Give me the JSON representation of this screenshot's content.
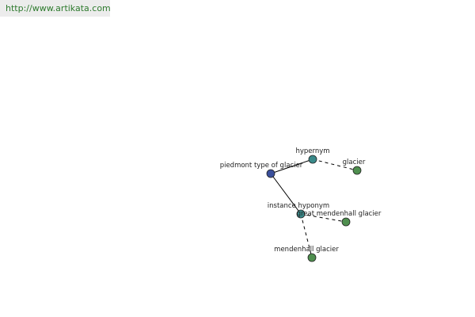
{
  "header": {
    "url": "http://www.artikata.com"
  },
  "graph": {
    "colors": {
      "edge": "#000000",
      "node_stroke": "#222222",
      "node_root": "#3a4f9b",
      "node_relation": "#3a8a8a",
      "node_leaf": "#4f8f4f"
    },
    "nodes": {
      "root": {
        "label": "piedmont type of glacier"
      },
      "hypernym": {
        "label": "hypernym"
      },
      "instance_hyponym": {
        "label": "instance hyponym"
      },
      "glacier": {
        "label": "glacier"
      },
      "great_mendenhall": {
        "label": "great mendenhall glacier"
      },
      "mendenhall": {
        "label": "mendenhall glacier"
      }
    }
  }
}
